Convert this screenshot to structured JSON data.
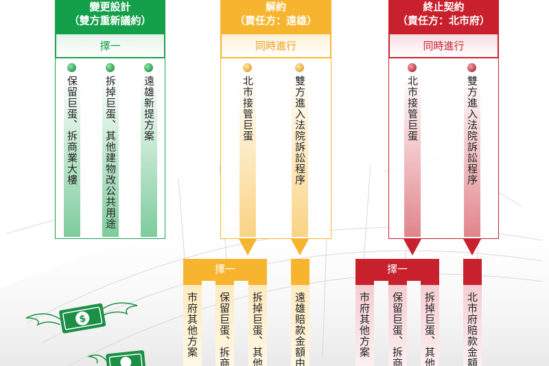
{
  "colors": {
    "green": "#14a04a",
    "orange": "#f7b52f",
    "red": "#c8202d"
  },
  "columns": [
    {
      "title": "變更設計",
      "subtitle": "（雙方重新議約）",
      "sub": "擇一",
      "items": [
        "保留巨蛋、拆商業大樓",
        "拆掉巨蛋、其他建物改公共用途",
        "遠雄新提方案"
      ]
    },
    {
      "title": "解約",
      "subtitle": "（責任方：遠雄）",
      "sub": "同時進行",
      "items": [
        "北市接管巨蛋",
        "雙方進入法院訴訟程序"
      ]
    },
    {
      "title": "終止契約",
      "subtitle": "（責任方：北市府）",
      "sub": "同時進行",
      "items": [
        "北市接管巨蛋",
        "雙方進入法院訴訟程序"
      ]
    }
  ],
  "lower": {
    "orange": {
      "label": "擇一",
      "items": [
        "市府其他方案",
        "保留巨蛋、拆商",
        "拆掉巨蛋、其他"
      ],
      "extra": "遠雄賠款金額由"
    },
    "red": {
      "label": "擇一",
      "items": [
        "市府其他方案",
        "保留巨蛋、拆商",
        "拆掉巨蛋、其他"
      ],
      "extra": "北市府賠款金額"
    }
  },
  "icons": [
    "money-bill-icon",
    "money-bill-icon"
  ]
}
